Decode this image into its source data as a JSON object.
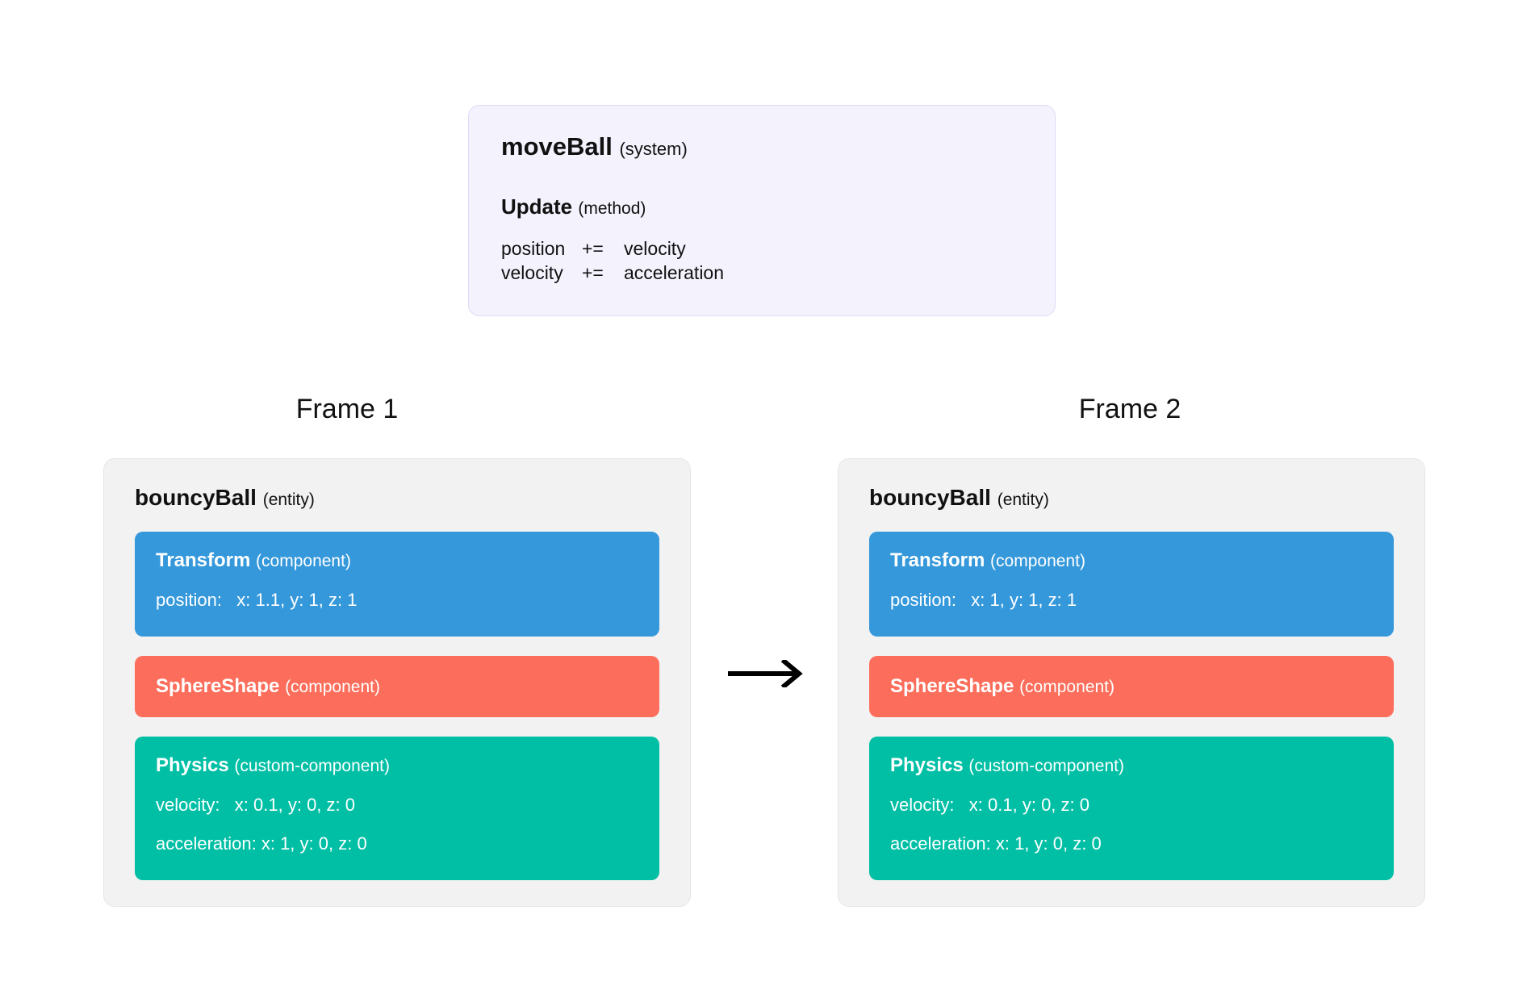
{
  "system": {
    "name": "moveBall",
    "kind": "(system)",
    "method_name": "Update",
    "method_kind": "(method)",
    "statements": [
      {
        "lhs": "position",
        "op": "+=",
        "rhs": "velocity"
      },
      {
        "lhs": "velocity",
        "op": "+=",
        "rhs": "acceleration"
      }
    ]
  },
  "frames": [
    {
      "label": "Frame 1",
      "entity": {
        "name": "bouncyBall",
        "kind": "(entity)",
        "components": [
          {
            "name": "Transform",
            "kind": "(component)",
            "color": "#3498db",
            "rows": [
              "position:   x: 1.1, y: 1, z: 1"
            ]
          },
          {
            "name": "SphereShape",
            "kind": "(component)",
            "color": "#fc6e5b",
            "rows": []
          },
          {
            "name": "Physics",
            "kind": "(custom-component)",
            "color": "#00bfa5",
            "rows": [
              "velocity:   x: 0.1, y: 0, z: 0",
              "acceleration: x: 1, y: 0, z: 0"
            ]
          }
        ]
      }
    },
    {
      "label": "Frame 2",
      "entity": {
        "name": "bouncyBall",
        "kind": "(entity)",
        "components": [
          {
            "name": "Transform",
            "kind": "(component)",
            "color": "#3498db",
            "rows": [
              "position:   x: 1, y: 1, z: 1"
            ]
          },
          {
            "name": "SphereShape",
            "kind": "(component)",
            "color": "#fc6e5b",
            "rows": []
          },
          {
            "name": "Physics",
            "kind": "(custom-component)",
            "color": "#00bfa5",
            "rows": [
              "velocity:   x: 0.1, y: 0, z: 0",
              "acceleration: x: 1, y: 0, z: 0"
            ]
          }
        ]
      }
    }
  ],
  "arrow": {
    "name": "right-arrow-icon",
    "color": "#000000"
  },
  "colors": {
    "system_bg": "#f4f2fd",
    "system_border": "#e0daf7",
    "card_bg": "#f2f2f2",
    "card_border": "#e6e6e6",
    "transform": "#3498db",
    "sphere": "#fc6e5b",
    "physics": "#00bfa5",
    "page_bg": "#ffffff",
    "text": "#111111"
  }
}
